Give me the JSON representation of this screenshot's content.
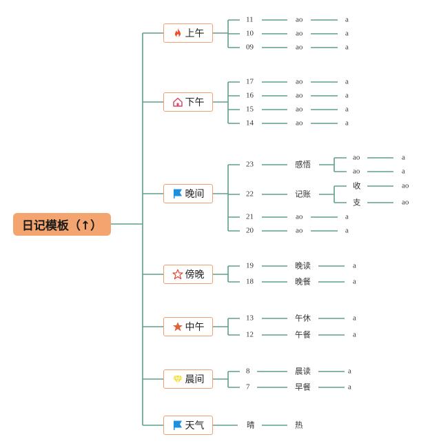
{
  "root": {
    "label": "日记模板（↑）",
    "color": "#f4a46e"
  },
  "colors": {
    "line": "#5e9e86",
    "border": "#f0a070"
  },
  "branches": [
    {
      "label": "上午",
      "icon": "fire-icon",
      "children": [
        {
          "label": "11",
          "value": "ao",
          "end": "a"
        },
        {
          "label": "10",
          "value": "ao",
          "end": "a"
        },
        {
          "label": "09",
          "value": "ao",
          "end": "a"
        }
      ]
    },
    {
      "label": "下午",
      "icon": "home-icon",
      "children": [
        {
          "label": "17",
          "value": "ao",
          "end": "a"
        },
        {
          "label": "16",
          "value": "ao",
          "end": "a"
        },
        {
          "label": "15",
          "value": "ao",
          "end": "a"
        },
        {
          "label": "14",
          "value": "ao",
          "end": "a"
        }
      ]
    },
    {
      "label": "晚间",
      "icon": "flag-icon",
      "children": [
        {
          "label": "23",
          "value": "感悟",
          "children": [
            {
              "label": "ao",
              "end": "a"
            },
            {
              "label": "ao",
              "end": "a"
            }
          ]
        },
        {
          "label": "22",
          "value": "记账",
          "children": [
            {
              "label": "收",
              "end": "ao"
            },
            {
              "label": "支",
              "end": "ao"
            }
          ]
        },
        {
          "label": "21",
          "value": "ao",
          "end": "a"
        },
        {
          "label": "20",
          "value": "ao",
          "end": "a"
        }
      ]
    },
    {
      "label": "傍晚",
      "icon": "star-outline-icon",
      "children": [
        {
          "label": "19",
          "value": "晚读",
          "end": "a"
        },
        {
          "label": "18",
          "value": "晚餐",
          "end": "a"
        }
      ]
    },
    {
      "label": "中午",
      "icon": "star-icon",
      "children": [
        {
          "label": "13",
          "value": "午休",
          "end": "a"
        },
        {
          "label": "12",
          "value": "午餐",
          "end": "a"
        }
      ]
    },
    {
      "label": "晨间",
      "icon": "diamond-icon",
      "children": [
        {
          "label": "8",
          "value": "晨读",
          "end": "a"
        },
        {
          "label": "7",
          "value": "早餐",
          "end": "a"
        }
      ]
    },
    {
      "label": "天气",
      "icon": "flag-icon",
      "children": [
        {
          "label": "晴",
          "value": "热"
        }
      ]
    }
  ]
}
